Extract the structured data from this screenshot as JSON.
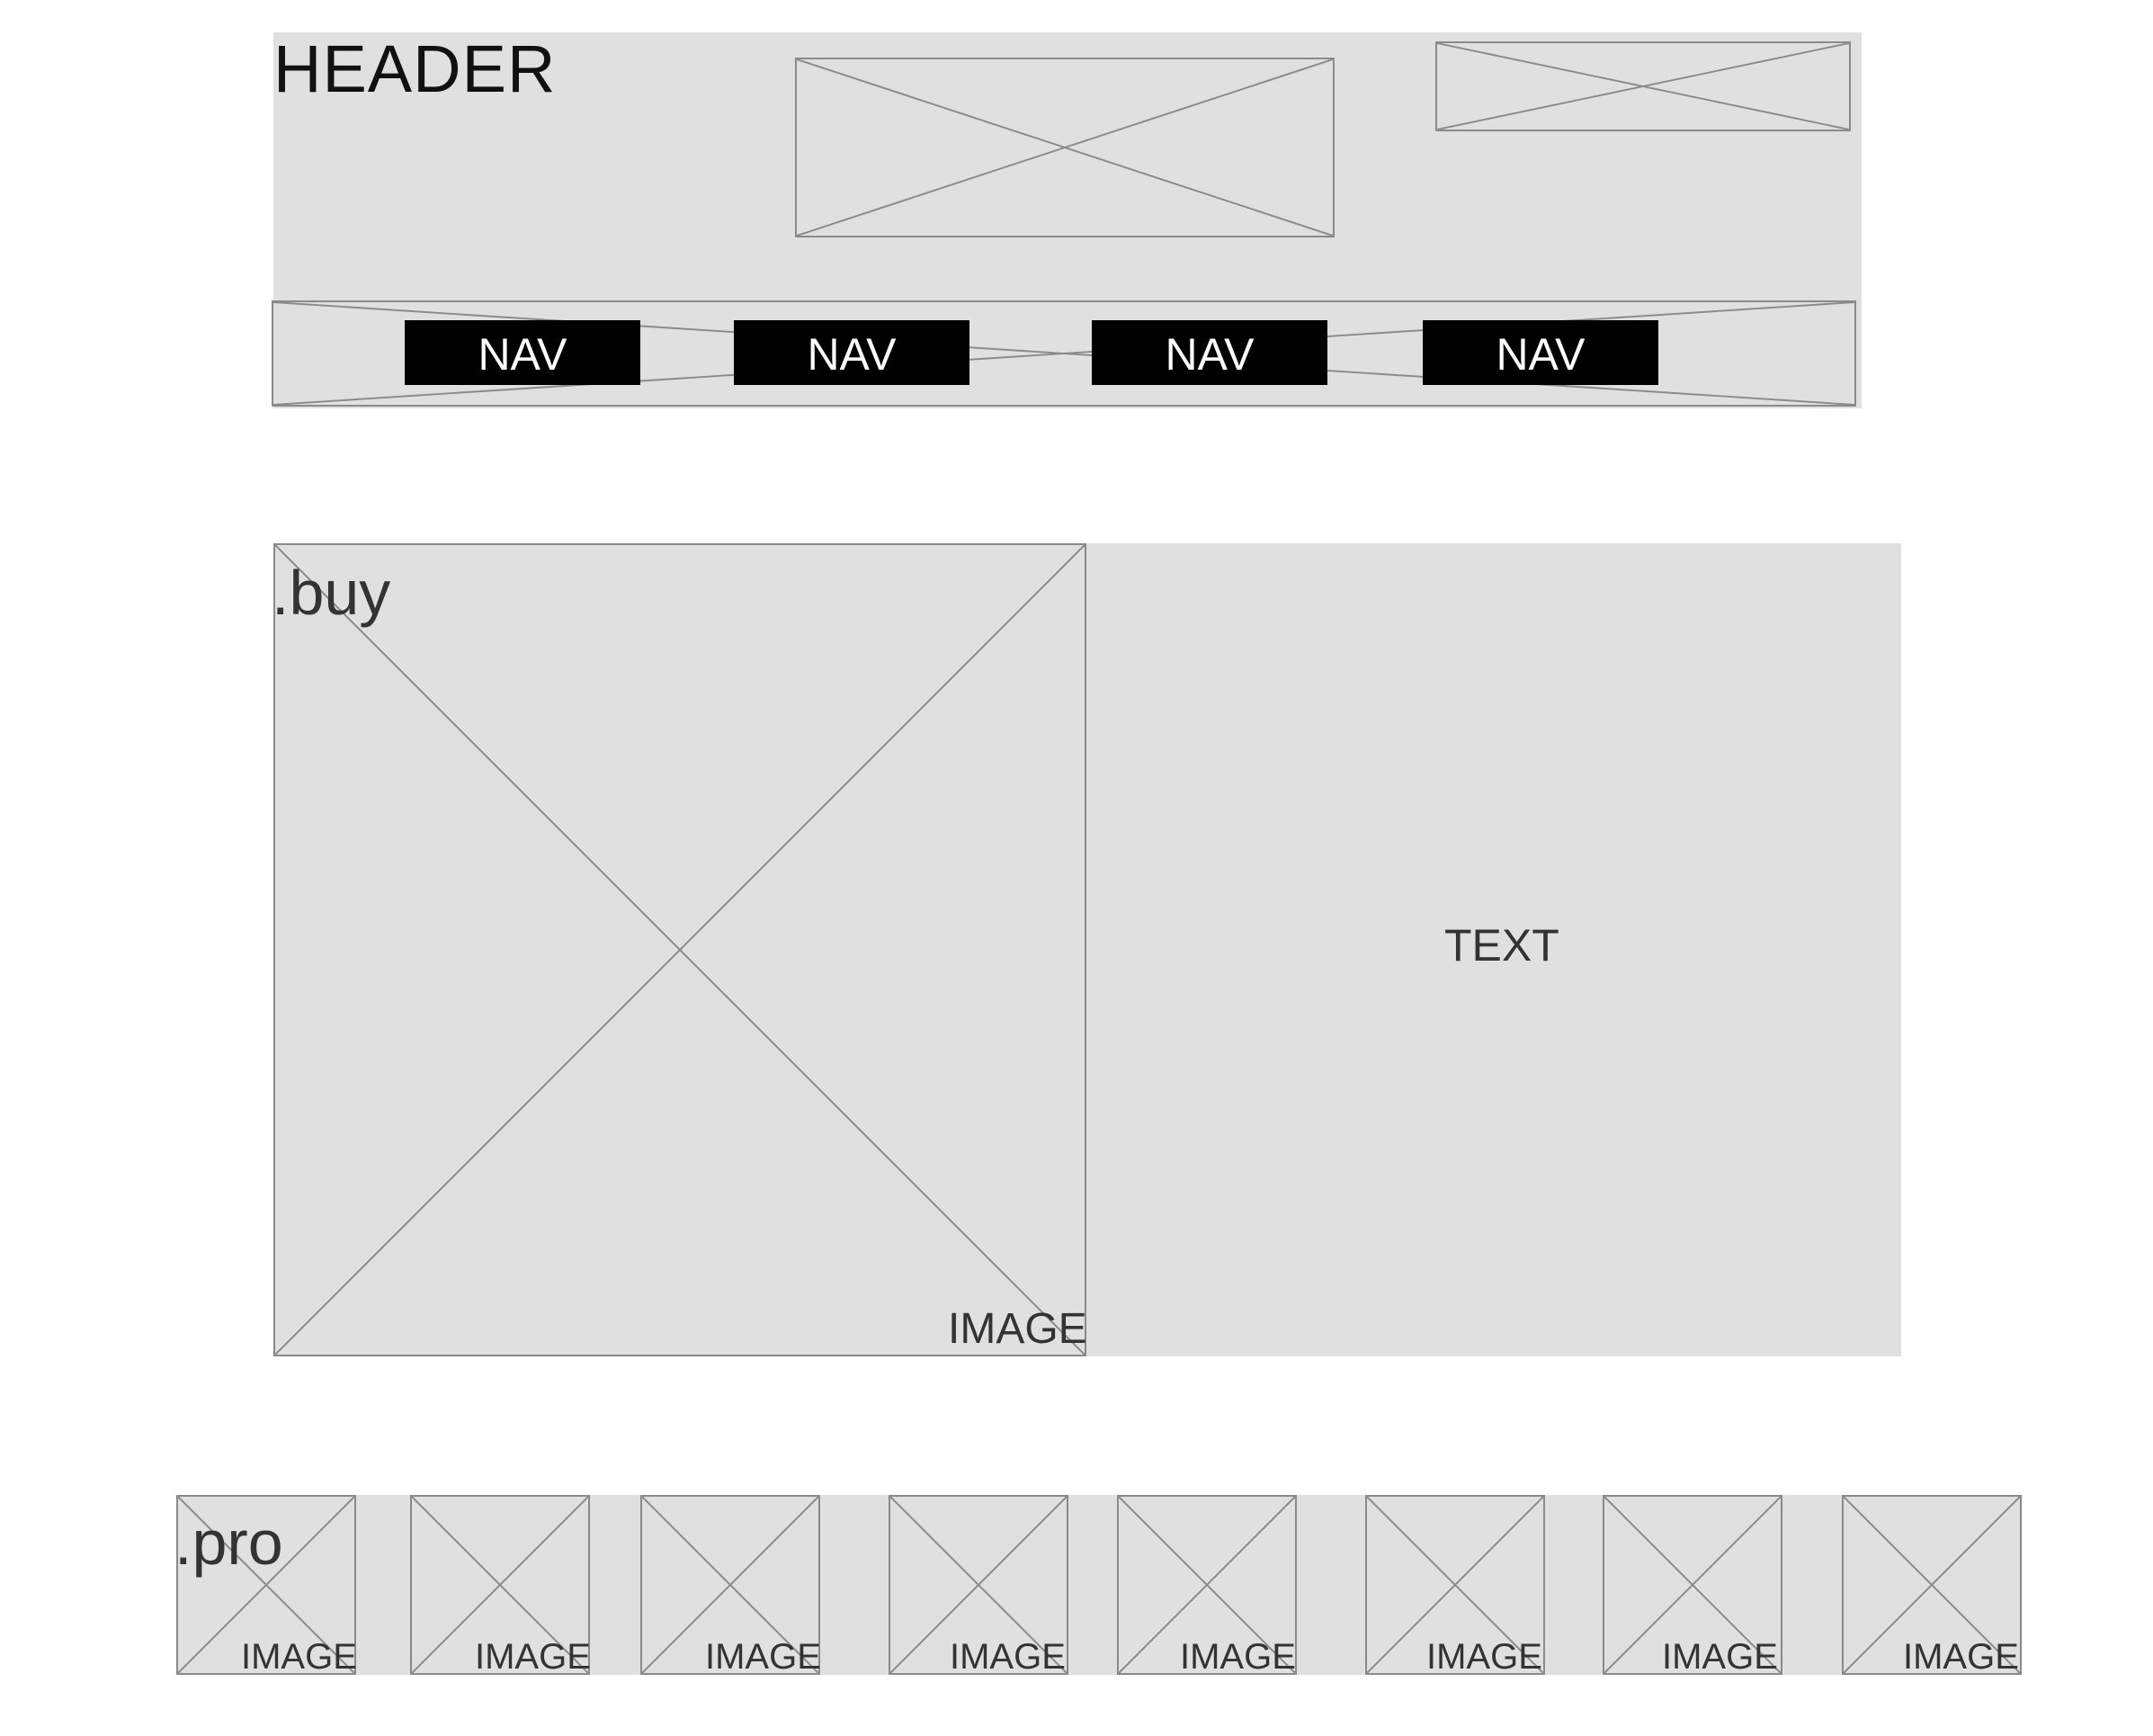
{
  "header": {
    "label": "HEADER"
  },
  "nav": {
    "items": [
      {
        "label": "NAV"
      },
      {
        "label": "NAV"
      },
      {
        "label": "NAV"
      },
      {
        "label": "NAV"
      }
    ]
  },
  "buy": {
    "label": ".buy",
    "image_label": "IMAGE",
    "text_label": "TEXT"
  },
  "pro": {
    "label": ".pro",
    "items": [
      {
        "label": "IMAGE"
      },
      {
        "label": "IMAGE"
      },
      {
        "label": "IMAGE"
      },
      {
        "label": "IMAGE"
      },
      {
        "label": "IMAGE"
      },
      {
        "label": "IMAGE"
      },
      {
        "label": "IMAGE"
      },
      {
        "label": "IMAGE"
      }
    ]
  },
  "colors": {
    "panel": "#e0e0e0",
    "placeholder_stroke": "#8a8a8a",
    "nav_bg": "#000000",
    "nav_text": "#ffffff"
  }
}
